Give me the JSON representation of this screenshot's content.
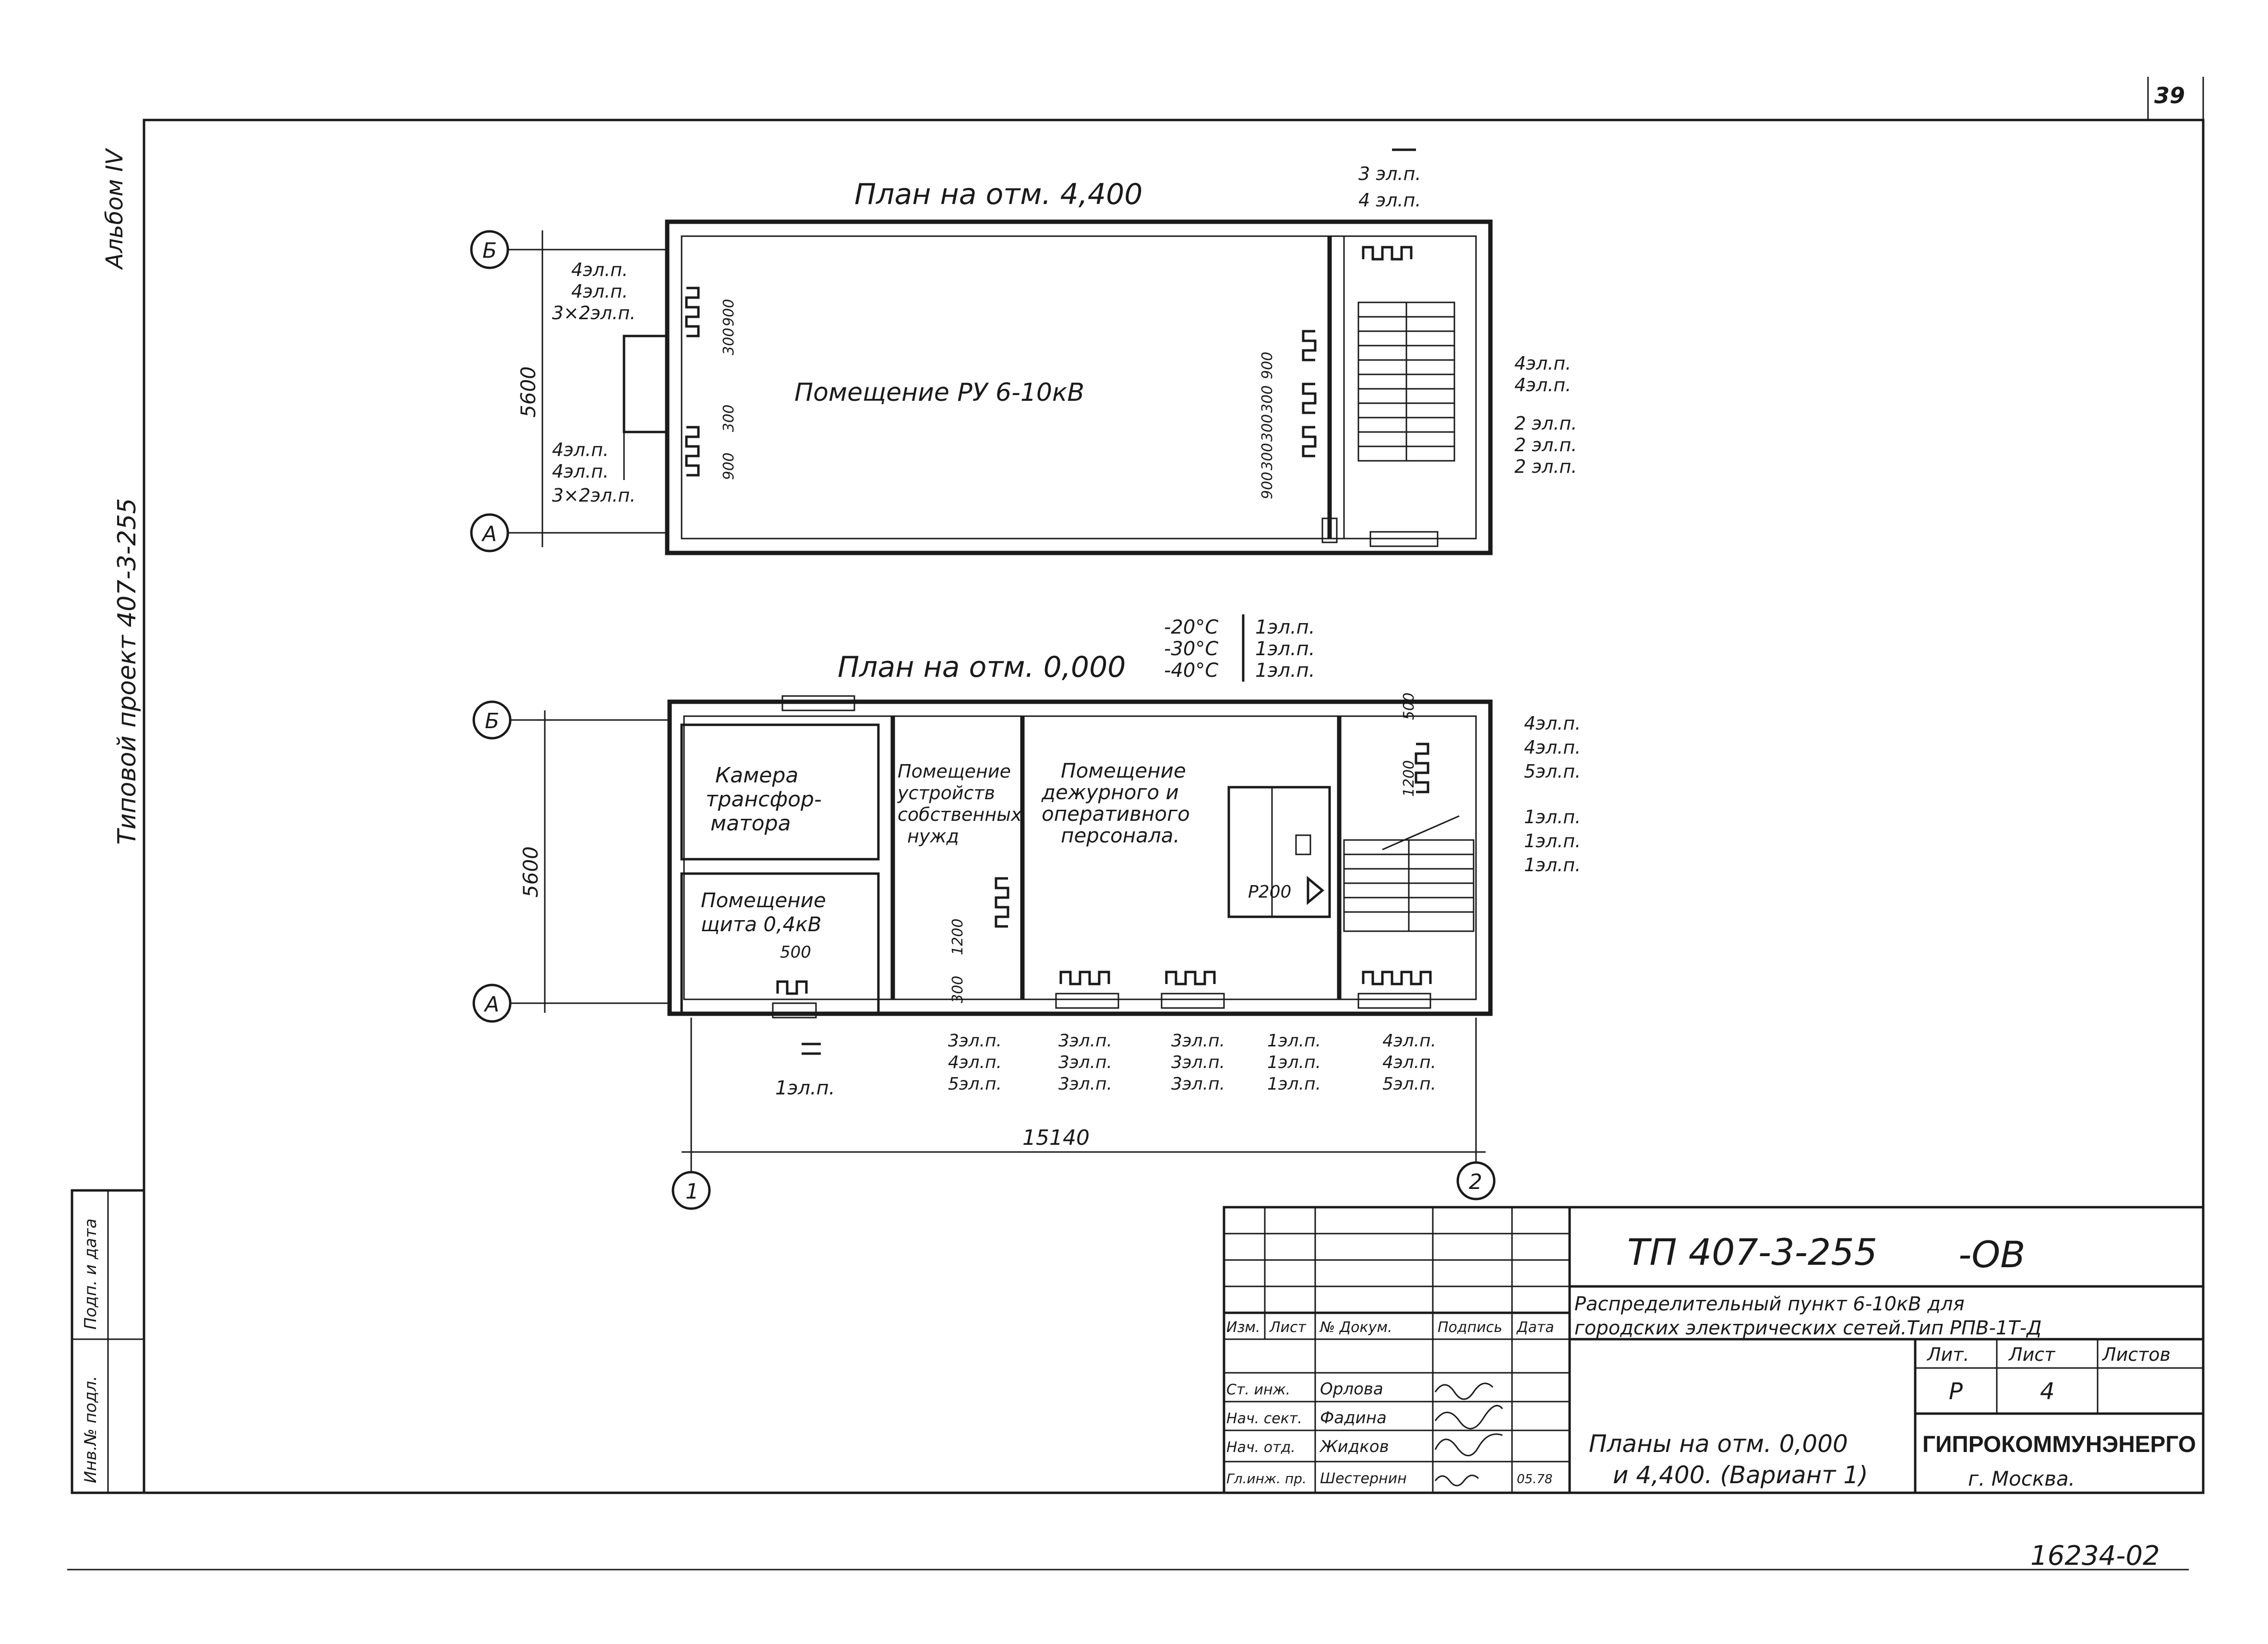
{
  "sheet": {
    "sheet_number_top": "39",
    "album_note": "Альбом IV",
    "project_note": "Типовой проект 407-3-255",
    "archive_number": "16234-02"
  },
  "side_stamp": {
    "inv_label": "Инв.№ подл.",
    "sign_label": "Подп. и дата"
  },
  "plan_top": {
    "title": "План на отм. 4,400",
    "room_label": "Помещение РУ 6-10кВ",
    "axis_b": "Б",
    "axis_a": "А",
    "dim_height": "5600",
    "dims_left": [
      "900",
      "300",
      "300",
      "900"
    ],
    "dims_right": [
      "900",
      "300",
      "300",
      "300",
      "900"
    ],
    "notes_top": [
      "3 эл.п.",
      "4 эл.п."
    ],
    "notes_left_upper": [
      "4эл.п.",
      "4эл.п.",
      "3×2эл.п."
    ],
    "notes_left_lower": [
      "4эл.п.",
      "4эл.п.",
      "3×2эл.п."
    ],
    "notes_right_upper": [
      "4эл.п.",
      "4эл.п."
    ],
    "notes_right_lower": [
      "2 эл.п.",
      "2 эл.п.",
      "2 эл.п."
    ]
  },
  "plan_bottom": {
    "title": "План на отм. 0,000",
    "temps": [
      "-20°C",
      "-30°C",
      "-40°C"
    ],
    "temp_notes": [
      "1эл.п.",
      "1эл.п.",
      "1эл.п."
    ],
    "axis_b": "Б",
    "axis_a": "А",
    "axis_1": "1",
    "axis_2": "2",
    "dim_height": "5600",
    "dim_width": "15140",
    "dim_500": "500",
    "dim_1200_left": "1200",
    "dim_300_left": "300",
    "dim_500_right": "500",
    "dim_1200_right": "1200",
    "valve_label": "Р200",
    "rooms": {
      "transformer": [
        "Камера",
        "трансфор-",
        "матора"
      ],
      "own_needs": [
        "Помещение",
        "устройств",
        "собственных",
        "нужд"
      ],
      "staff": [
        "Помещение",
        "дежурного и",
        "оперативного",
        "персонала."
      ],
      "switchboard": [
        "Помещение",
        "щита 0,4кВ"
      ]
    },
    "note_bottom_single": "1эл.п.",
    "notes_bottom": [
      [
        "3эл.п.",
        "4эл.п.",
        "5эл.п."
      ],
      [
        "3эл.п.",
        "3эл.п.",
        "3эл.п."
      ],
      [
        "3эл.п.",
        "3эл.п.",
        "3эл.п."
      ],
      [
        "1эл.п.",
        "1эл.п.",
        "1эл.п."
      ],
      [
        "4эл.п.",
        "4эл.п.",
        "5эл.п."
      ]
    ],
    "notes_right_upper": [
      "4эл.п.",
      "4эл.п.",
      "5эл.п."
    ],
    "notes_right_lower": [
      "1эл.п.",
      "1эл.п.",
      "1эл.п."
    ]
  },
  "title_block": {
    "code": "ТП 407-3-255",
    "suffix": "-ОВ",
    "description_line1": "Распределительный пункт 6-10кВ для",
    "description_line2": "городских электрических сетей.Тип РПВ-1Т-Д",
    "sheet_title_line1": "Планы на отм. 0,000",
    "sheet_title_line2": "и 4,400. (Вариант 1)",
    "stage_label": "Лит.",
    "sheet_label": "Лист",
    "sheets_label": "Листов",
    "stage_value": "Р",
    "sheet_value": "4",
    "company": "ГИПРОКОММУНЭНЕРГО",
    "city": "г. Москва.",
    "columns": [
      "Изм.",
      "Лист",
      "№ Докум.",
      "Подпись",
      "Дата"
    ],
    "signers": [
      {
        "role": "Ст. инж.",
        "name": "Орлова"
      },
      {
        "role": "Нач. сект.",
        "name": "Фадина"
      },
      {
        "role": "Нач. отд.",
        "name": "Жидков"
      },
      {
        "role": "Гл.инж. пр.",
        "name": "Шестернин",
        "date": "05.78"
      }
    ]
  }
}
